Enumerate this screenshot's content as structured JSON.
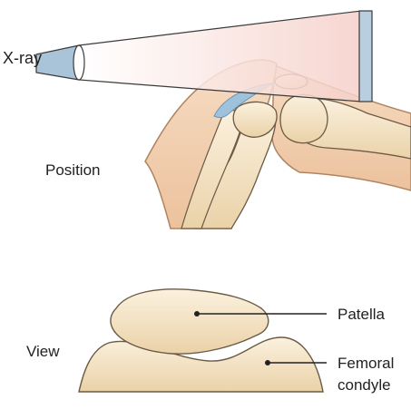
{
  "labels": {
    "xray": "X-ray",
    "position": "Position",
    "view": "View",
    "patella": "Patella",
    "femoral_line1": "Femoral",
    "femoral_line2": "condyle"
  },
  "colors": {
    "skin": "#f3d3b6",
    "skin_outline": "#b08460",
    "bone": "#f6e6cb",
    "bone_outline": "#6b5a45",
    "beam": "#f8d9d4",
    "beam_outline": "#3a3a3a",
    "detector": "#b9cfe0",
    "cartilage": "#9fc2dc",
    "text": "#222222"
  }
}
